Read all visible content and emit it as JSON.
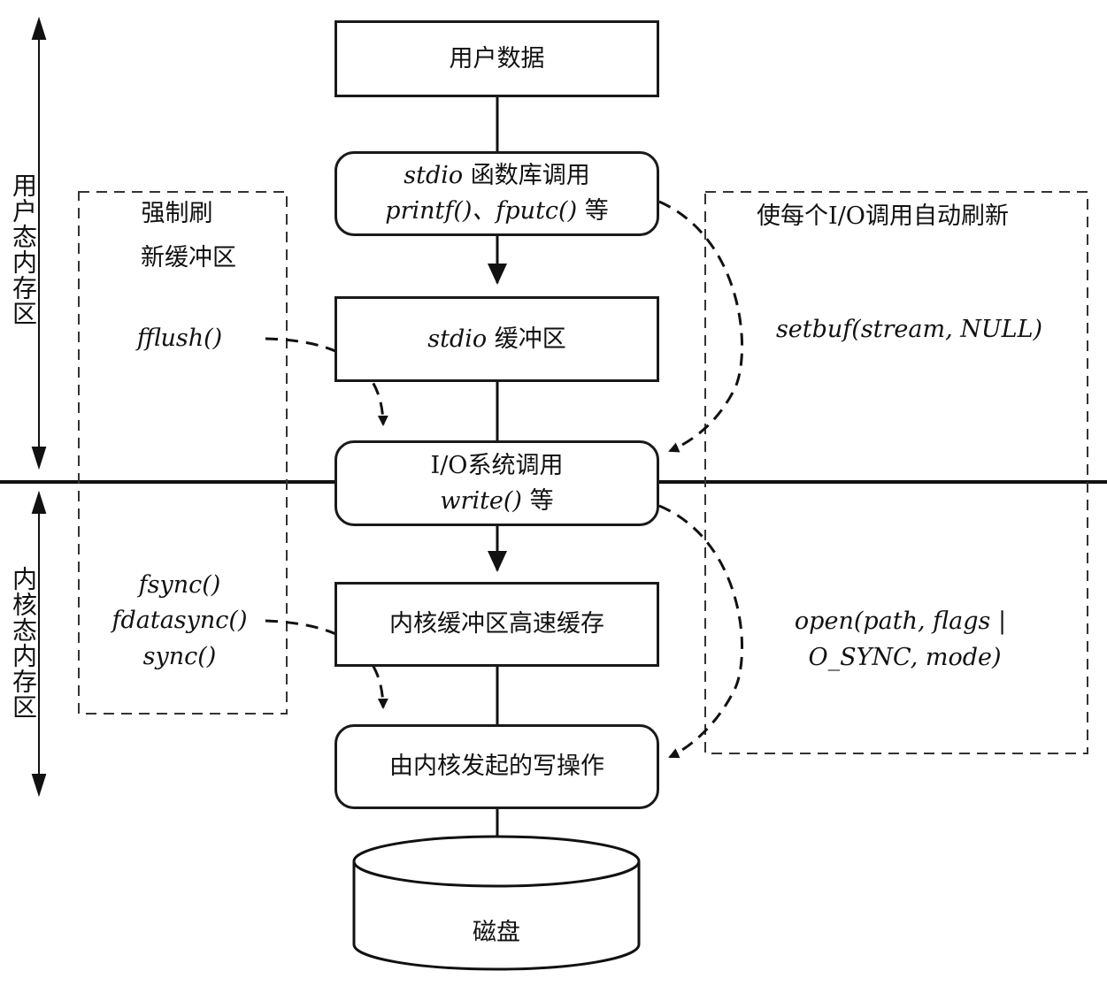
{
  "regions": {
    "user_space": "用户态内存区",
    "kernel_space": "内核态内存区"
  },
  "boxes": {
    "user_data": "用户数据",
    "stdio_call_1a": "stdio",
    "stdio_call_1b": "函数库调用",
    "stdio_call_2a": "printf()、fputc()",
    "stdio_call_2b": "等",
    "stdio_buffer_a": "stdio",
    "stdio_buffer_b": "缓冲区",
    "io_syscall_1": "I/O系统调用",
    "io_syscall_2a": "write()",
    "io_syscall_2b": "等",
    "kernel_cache": "内核缓冲区高速缓存",
    "kernel_write": "由内核发起的写操作",
    "disk": "磁盘"
  },
  "left_panel": {
    "title_1": "强制刷",
    "title_2": "新缓冲区",
    "fflush": "fflush()",
    "fsync": "fsync()",
    "fdatasync": "fdatasync()",
    "sync": "sync()"
  },
  "right_panel": {
    "title": "使每个I/O调用自动刷新",
    "setbuf": "setbuf(stream, NULL)",
    "open_1": "open(path, flags |",
    "open_2": "O_SYNC, mode)"
  }
}
